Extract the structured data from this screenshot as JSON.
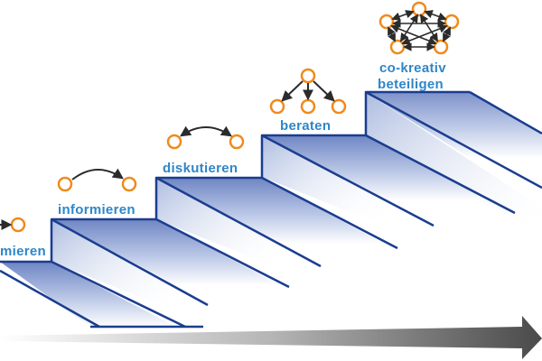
{
  "colors": {
    "label": "#2e86c8",
    "node_stroke": "#f08a1c",
    "stair_edge": "#1a3d8f",
    "stair_fill_dark": "#6f86c4",
    "arrow_dark": "#2b2b2b"
  },
  "steps": [
    {
      "label": "mieren"
    },
    {
      "label": "informieren"
    },
    {
      "label": "diskutieren"
    },
    {
      "label": "beraten"
    },
    {
      "label": "co-kreativ"
    },
    {
      "label": "beteiligen"
    }
  ]
}
